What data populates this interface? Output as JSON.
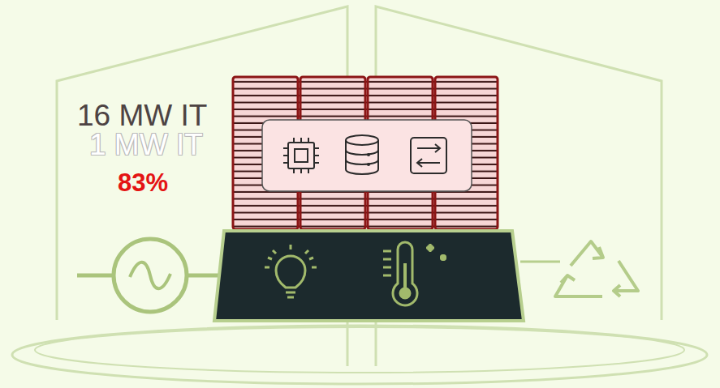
{
  "diagram": {
    "labels": [
      "16 MW IT",
      "1 MW IT",
      "83%"
    ]
  }
}
